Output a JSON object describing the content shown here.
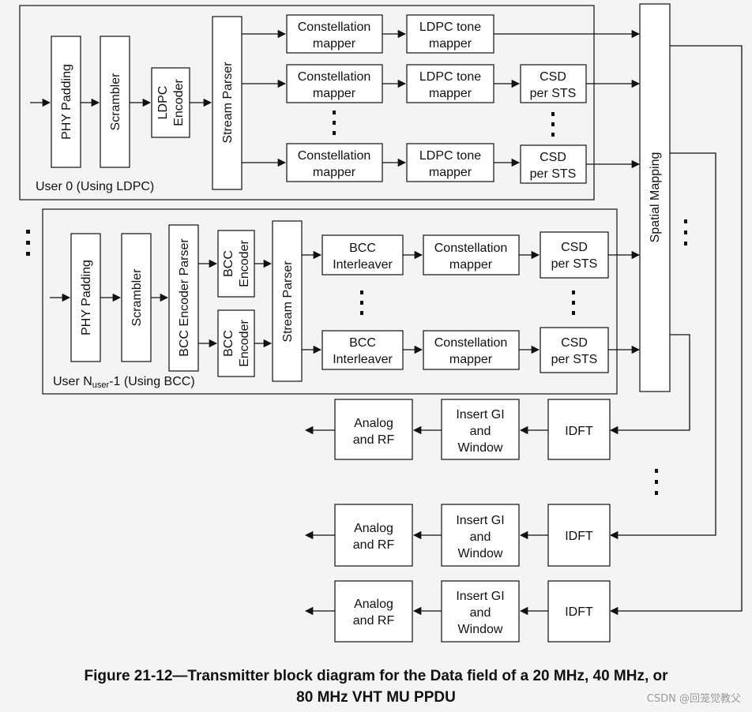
{
  "caption": {
    "line1": "Figure 21-12—Transmitter block diagram for the Data field of a 20 MHz, 40 MHz, or",
    "line2": "80 MHz VHT MU PPDU"
  },
  "watermark": "CSDN @回笼觉教父",
  "groups": {
    "user0": "User 0 (Using LDPC)",
    "userN_prefix": "User N",
    "userN_sub": "user",
    "userN_suffix": "-1 (Using BCC)"
  },
  "blocks": {
    "phy_padding": "PHY Padding",
    "scrambler": "Scrambler",
    "ldpc_encoder": [
      "LDPC",
      "Encoder"
    ],
    "stream_parser": "Stream Parser",
    "constellation_mapper": [
      "Constellation",
      "mapper"
    ],
    "ldpc_tone_mapper": [
      "LDPC tone",
      "mapper"
    ],
    "csd_per_sts": [
      "CSD",
      "per STS"
    ],
    "bcc_encoder_parser": "BCC Encoder Parser",
    "bcc_encoder": [
      "BCC",
      "Encoder"
    ],
    "bcc_interleaver": [
      "BCC",
      "Interleaver"
    ],
    "spatial_mapping": "Spatial Mapping",
    "idft": "IDFT",
    "insert_gi": [
      "Insert GI",
      "and",
      "Window"
    ],
    "analog_rf": [
      "Analog",
      "and RF"
    ]
  }
}
